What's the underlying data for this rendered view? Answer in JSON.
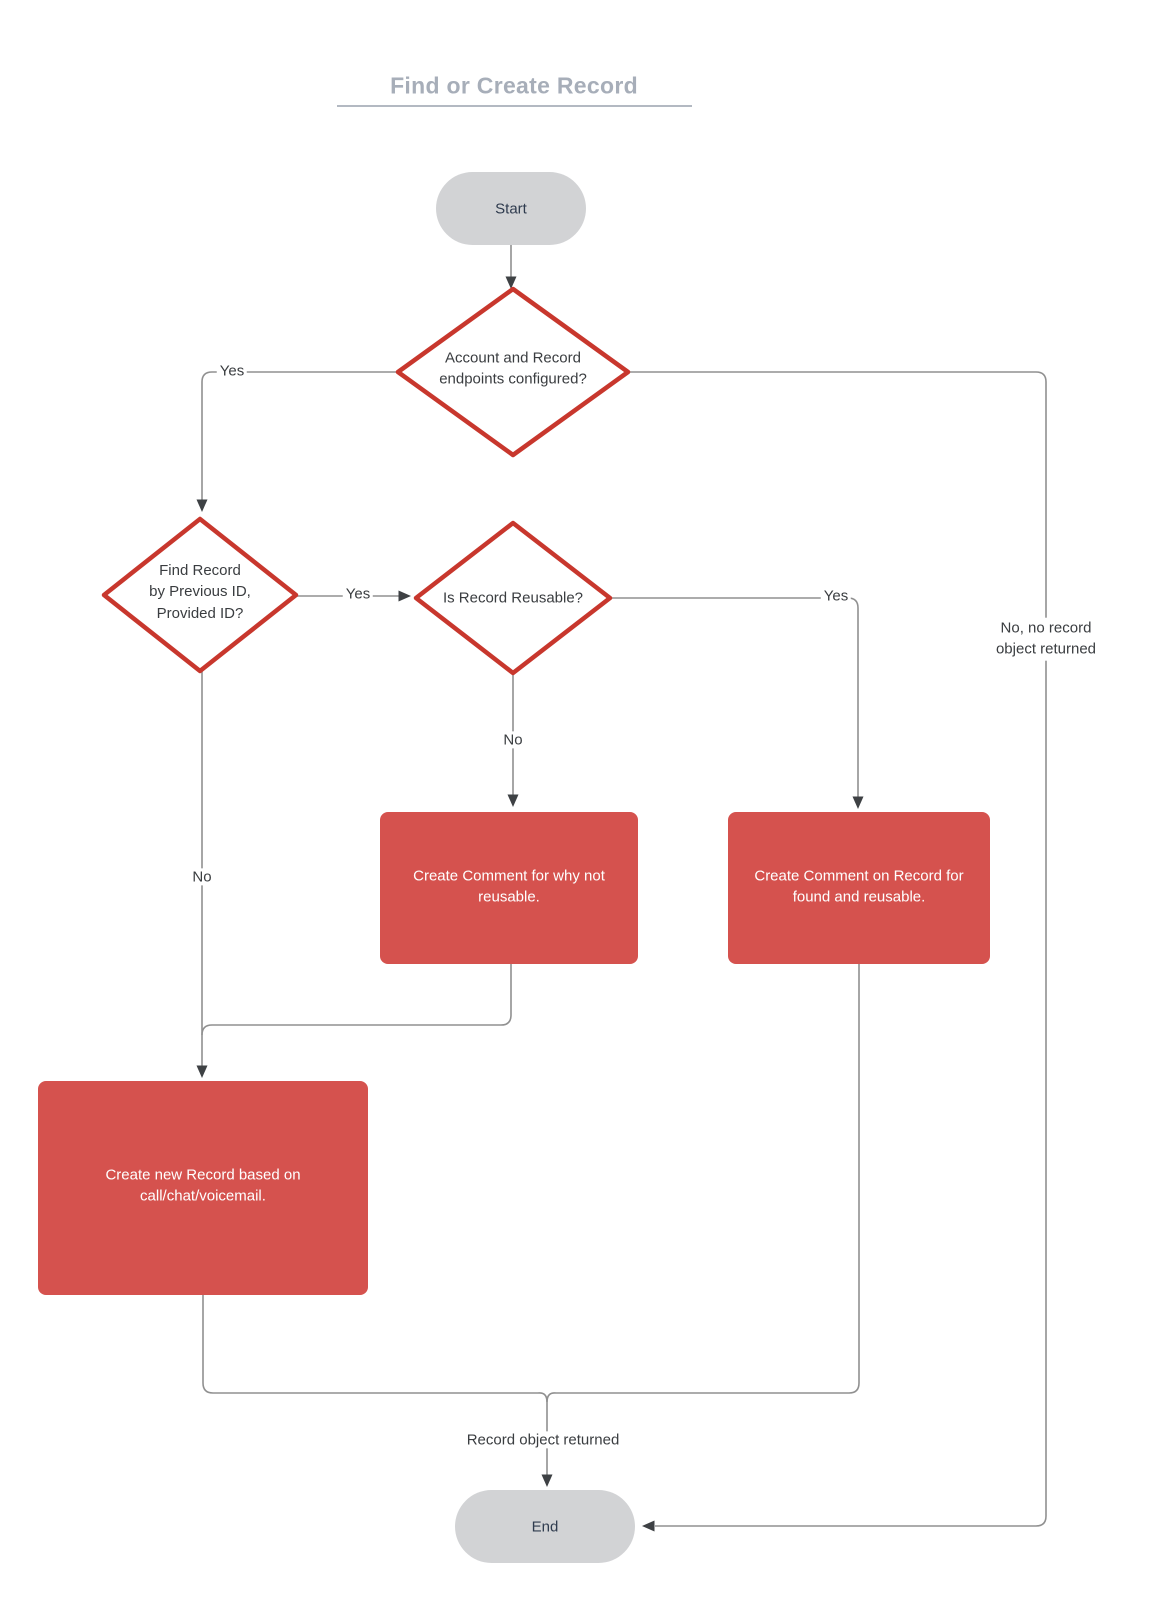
{
  "title": {
    "text": "Find or Create Record"
  },
  "nodes": {
    "start": {
      "label": "Start"
    },
    "decision_endpoints": {
      "lines": [
        "Account and Record",
        "endpoints configured?"
      ]
    },
    "decision_find_record": {
      "lines": [
        "Find Record",
        "by Previous ID,",
        "Provided ID?"
      ]
    },
    "decision_reusable": {
      "label": "Is Record Reusable?"
    },
    "process_comment_not_reusable": {
      "lines": [
        "Create Comment for why not",
        "reusable."
      ]
    },
    "process_comment_found_reusable": {
      "lines": [
        "Create Comment on Record for",
        "found and reusable."
      ]
    },
    "process_create_record": {
      "lines": [
        "Create new Record based on",
        "call/chat/voicemail."
      ]
    },
    "end": {
      "label": "End"
    }
  },
  "edge_labels": {
    "endpoints_yes": "Yes",
    "endpoints_no": {
      "lines": [
        "No, no record",
        "object returned"
      ]
    },
    "find_yes": "Yes",
    "find_no": "No",
    "reusable_yes": "Yes",
    "reusable_no": "No",
    "record_returned": "Record object returned"
  },
  "colors": {
    "process_fill": "#d5524e",
    "decision_border": "#c8372d",
    "terminal_fill": "#d2d3d5",
    "connector": "#909090",
    "arrowhead": "#3e4144",
    "title_text": "#a7aeb9"
  }
}
